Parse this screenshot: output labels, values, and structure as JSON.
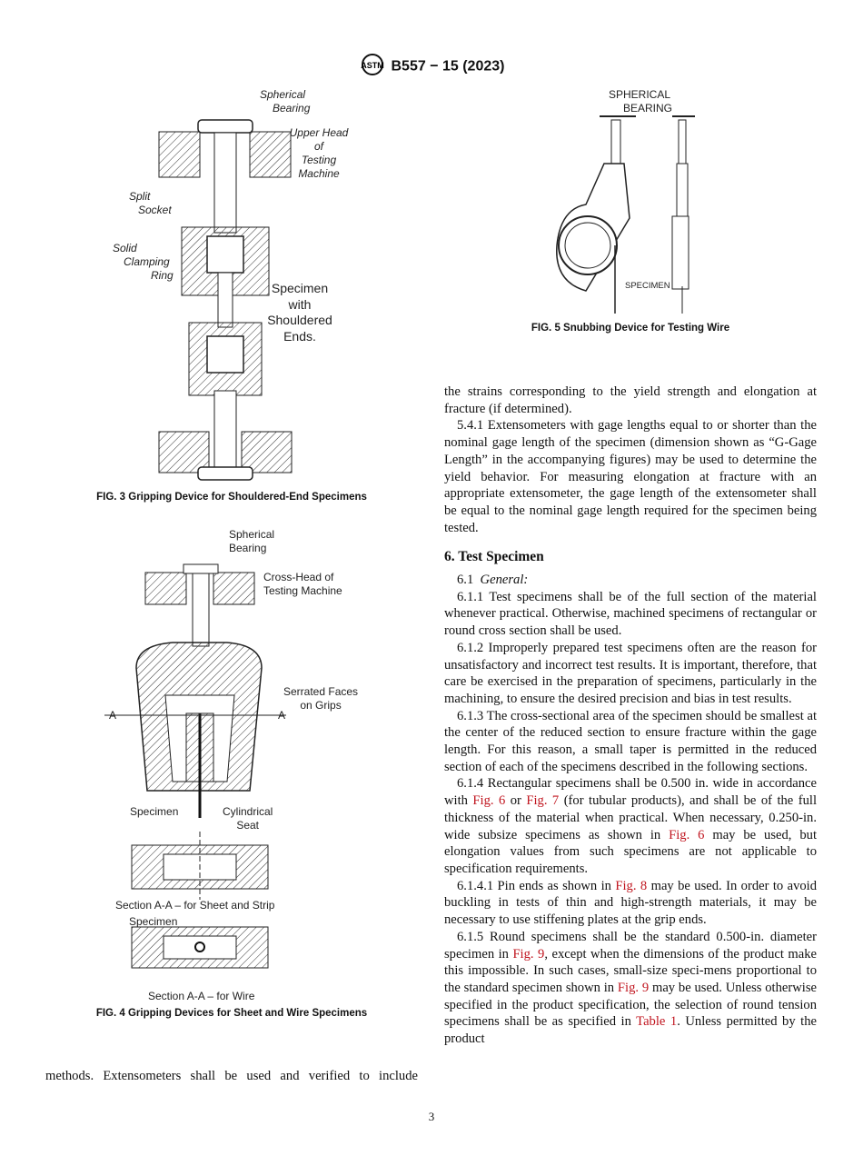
{
  "header": {
    "title": "B557 − 15 (2023)",
    "logo": "ASTM"
  },
  "fig3": {
    "caption": "FIG. 3 Gripping Device for Shouldered-End Specimens",
    "labels": {
      "spherical": "Spherical",
      "bearing": "Bearing",
      "upper1": "Upper Head",
      "upper2": "of",
      "upper3": "Testing",
      "upper4": "Machine",
      "split1": "Split",
      "split2": "Socket",
      "solid1": "Solid",
      "solid2": "Clamping",
      "solid3": "Ring",
      "spec1": "Specimen",
      "spec2": "with",
      "spec3": "Shouldered",
      "spec4": "Ends."
    }
  },
  "fig4": {
    "caption": "FIG. 4 Gripping Devices for Sheet and Wire Specimens",
    "labels": {
      "spherical": "Spherical",
      "bearing": "Bearing",
      "cross1": "Cross-Head of",
      "cross2": "Testing Machine",
      "serr1": "Serrated Faces",
      "serr2": "on Grips",
      "a": "A",
      "specimen": "Specimen",
      "cyl1": "Cylindrical",
      "cyl2": "Seat",
      "sheet": "Section A-A – for Sheet and Strip",
      "specimen2": "Specimen",
      "wire": "Section A-A – for Wire"
    }
  },
  "fig5": {
    "caption": "FIG. 5 Snubbing Device for Testing Wire",
    "labels": {
      "sph1": "SPHERICAL",
      "sph2": "BEARING",
      "specimen": "SPECIMEN"
    }
  },
  "body": {
    "p0": "the strains corresponding to the yield strength and elongation at fracture (if determined).",
    "p541": "5.4.1 Extensometers with gage lengths equal to or shorter than the nominal gage length of the specimen (dimension shown as “G-Gage Length” in the accompanying figures) may be used to determine the yield behavior. For measuring elongation at fracture with an appropriate extensometer, the gage length of the extensometer shall be equal to the nominal gage length required for the specimen being tested.",
    "heading6": "6. Test Specimen",
    "p61_num": "6.1",
    "p61_title": "General:",
    "p611": "6.1.1 Test specimens shall be of the full section of the material whenever practical. Otherwise, machined specimens of rectangular or round cross section shall be used.",
    "p612": "6.1.2 Improperly prepared test specimens often are the reason for unsatisfactory and incorrect test results. It is important, therefore, that care be exercised in the preparation of specimens, particularly in the machining, to ensure the desired precision and bias in test results.",
    "p613": "6.1.3 The cross-sectional area of the specimen should be smallest at the center of the reduced section to ensure fracture within the gage length. For this reason, a small taper is permitted in the reduced section of each of the specimens described in the following sections.",
    "p614": {
      "a": "6.1.4 Rectangular specimens shall be 0.500 in. wide in accordance with ",
      "r1": "Fig. 6",
      "b": " or ",
      "r2": "Fig. 7",
      "c": " (for tubular products), and shall be of the full thickness of the material when practical. When necessary, 0.250-in. wide subsize specimens as shown in ",
      "r3": "Fig. 6",
      "d": " may be used, but elongation values from such specimens are not applicable to specification requirements."
    },
    "p6141": {
      "a": "6.1.4.1 Pin ends as shown in ",
      "r1": "Fig. 8",
      "b": " may be used. In order to avoid buckling in tests of thin and high-strength materials, it may be necessary to use stiffening plates at the grip ends."
    },
    "p615": {
      "a": "6.1.5 Round specimens shall be the standard 0.500-in. diameter specimen in ",
      "r1": "Fig. 9",
      "b": ", except when the dimensions of the product make this impossible. In such cases, small-size speci-mens proportional to the standard specimen shown in ",
      "r2": "Fig. 9",
      "c": " may be used. Unless otherwise specified in the product specification, the selection of round tension specimens shall be as specified in ",
      "r3": "Table 1",
      "d": ". Unless permitted by the product"
    },
    "left_bottom": "methods. Extensometers shall be used and verified to include"
  },
  "page_number": "3",
  "colors": {
    "link": "#c0141e",
    "text": "#111111"
  }
}
